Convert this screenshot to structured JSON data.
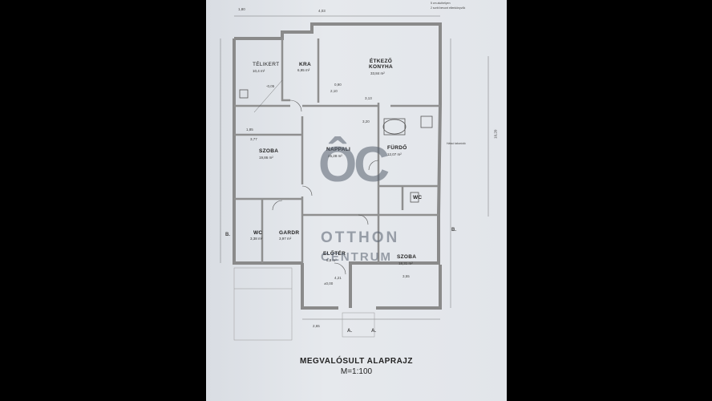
{
  "title": "MEGVALÓSULT ALAPRAJZ",
  "scale": "M=1:100",
  "watermark": {
    "logo": "ÔC",
    "line1": "OTTHON",
    "line2": "CENTRUM"
  },
  "colors": {
    "background": "#000000",
    "paper": "#e2e5ea",
    "wall": "#888888",
    "ink": "#222222"
  },
  "rooms": [
    {
      "name": "TÉLIKERT",
      "area": "10,4 m²"
    },
    {
      "name": "KRA",
      "area": "6,95 m²"
    },
    {
      "name": "ÉTKEZŐ KONYHA",
      "area": "33,84 m²"
    },
    {
      "name": "SZOBA",
      "area": "19,86 m²"
    },
    {
      "name": "NAPPALI",
      "area": "25,28 m²"
    },
    {
      "name": "FÜRDŐ",
      "area": "12,07 m²"
    },
    {
      "name": "WC",
      "area": "3,38 m²"
    },
    {
      "name": "GARDR",
      "area": "3,97 m²"
    },
    {
      "name": "ELŐTÉR",
      "area": "6,8 m²"
    },
    {
      "name": "SZOBA",
      "area": "18,31 m²"
    },
    {
      "name": "WC",
      "area": ""
    }
  ],
  "dimensions": [
    "1,80",
    "4,03",
    "2,10",
    "3,13",
    "3,20",
    "3,77",
    "1,85",
    "4,21",
    "3,55",
    "2,65",
    "0,90",
    "10,20",
    "±0,00",
    "-0,05"
  ],
  "section_marks": [
    "B.",
    "B.",
    "A.",
    "A."
  ],
  "notes": [
    "5 cm aluthélyen",
    "2 sorbi bevont ellenkönyvők",
    "Hátsó takaródó"
  ]
}
